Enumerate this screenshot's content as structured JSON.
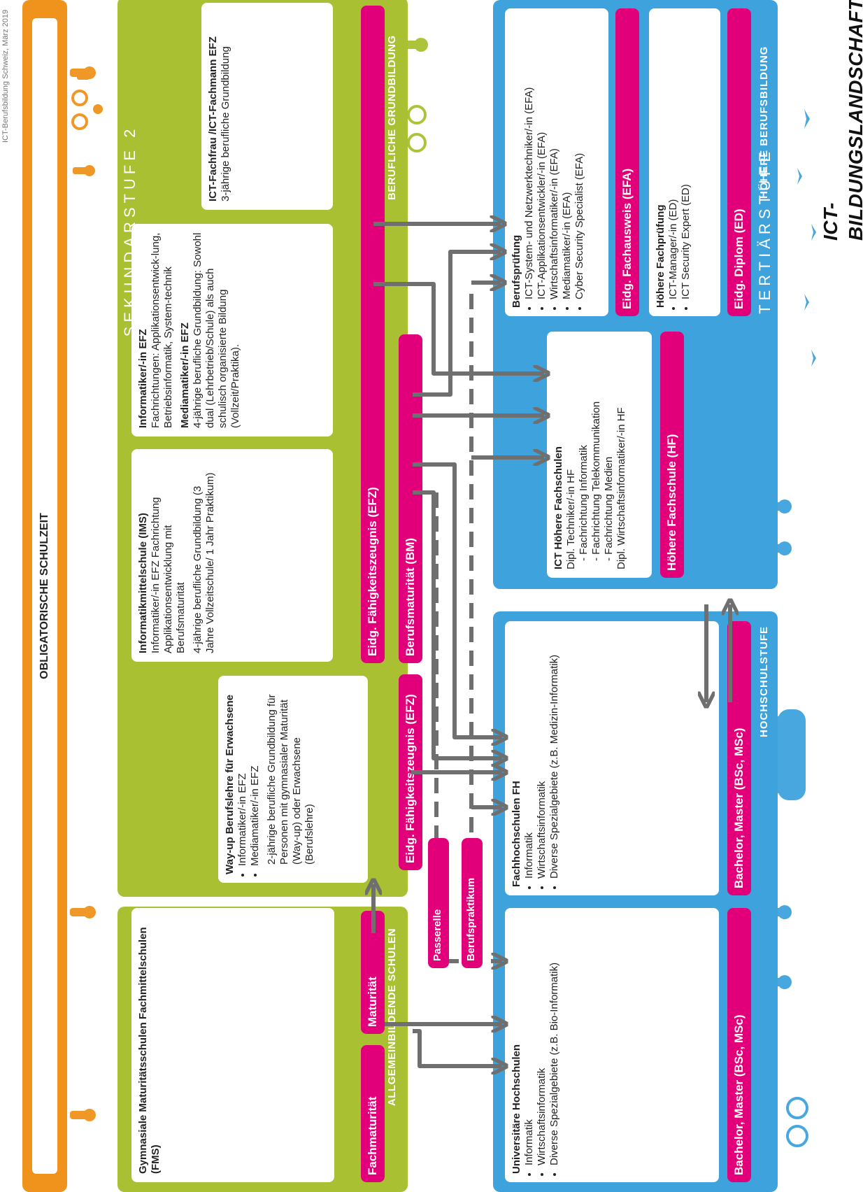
{
  "title": "ICT-BILDUNGSLANDSCHAFT",
  "footer": "ICT-Berufsbildung Schweiz, März 2019",
  "colors": {
    "secondary": "#a8c032",
    "tertiary": "#3ea3dd",
    "compulsory": "#f0931c",
    "badge": "#e2007a",
    "arrow": "#6f6f6f"
  },
  "obligatorische": "OBLIGATORISCHE SCHULZEIT",
  "sek2": {
    "heading": "SEKUNDARSTUFE 2",
    "berufliche": "BERUFLICHE GRUNDBILDUNG",
    "allgemein": "ALLGEMEINBILDENDE SCHULEN",
    "efz_badge": "Eidg. Fähigkeitszeugnis (EFZ)",
    "bm_badge": "Berufsmaturität (BM)",
    "efz2_badge": "Eidg. Fähigkeitszeugnis (EFZ)",
    "maturitaet_badge": "Maturität",
    "fachmaturitaet_badge": "Fachmaturität",
    "box1": {
      "title": "ICT-Fachfrau /ICT-Fachmann EFZ",
      "text": "3-jährige berufliche Grundbildung"
    },
    "box2": {
      "title1": "Informatiker/-in EFZ",
      "text1": "Fachrichtungen: Applikationsentwick-lung, Betriebsinformatik, System-technik",
      "title2": "Mediamatiker/-in EFZ",
      "text2": "4-jährige berufliche Grundbildung: Sowohl dual (Lehrbetrieb/Schule) als auch schulisch organisierte Bildung (Vollzeit/Praktika)."
    },
    "box3": {
      "title": "Informatikmittelschule (IMS)",
      "text1": "Informatiker/-in EFZ Fachrichtung Applikationsentwicklung mit Berufsmaturität",
      "text2": "4-jährige berufliche Grundbildung (3 Jahre Vollzeitschule/ 1 Jahr Praktikum)"
    },
    "box4": {
      "title": "Way-up Berufslehre für Erwachsene",
      "items": [
        "Informatiker/-in EFZ",
        "Mediamatiker/-in EFZ"
      ],
      "text": "2-jährige berufliche Grundbildung für Personen mit gymnasialer Maturität (Way-up) oder Erwachsene (Berufslehre)"
    },
    "box5": {
      "title": "Gymnasiale Maturitätsschulen Fachmittelschulen (FMS)"
    }
  },
  "tertiaer": {
    "heading": "TERTIÄRSTUFE",
    "hbb": "HÖHERE BERUFSBILDUNG",
    "ed_badge": "Eidg. Diplom (ED)",
    "efa_badge": "Eidg. Fachausweis (EFA)",
    "hf_badge": "Höhere Fachschule (HF)",
    "hfp": {
      "title": "Höhere Fachprüfung",
      "items": [
        "ICT-Manager/-in (ED)",
        "ICT Security Expert (ED)"
      ]
    },
    "bp": {
      "title": "Berufsprüfung",
      "items": [
        "ICT-System- und Netzwerktechniker/-in (EFA)",
        "ICT-Applikationsentwickler/-in (EFA)",
        "Wirtschaftsinformatiker/-in (EFA)",
        "Mediamatiker/-in (EFA)",
        "Cyber Security Specialist (EFA)"
      ]
    },
    "hf": {
      "title": "ICT Höhere Fachschulen",
      "lines": [
        "Dipl. Techniker/-in HF",
        "- Fachrichtung Informatik",
        "- Fachrichtung Telekommunikation",
        "- Fachrichtung Medien",
        "Dipl. Wirtschaftsinformatiker/-in HF"
      ]
    }
  },
  "hochschul": {
    "heading": "HOCHSCHULSTUFE",
    "fh_badge": "Bachelor, Master (BSc, MSc)",
    "uni_badge": "Bachelor, Master (BSc, MSc)",
    "fh": {
      "title": "Fachhochschulen FH",
      "items": [
        "Informatik",
        "Wirtschaftsinformatik",
        "Diverse Spezialgebiete (z.B. Medizin-Informatik)"
      ]
    },
    "uni": {
      "title": "Universitäre Hochschulen",
      "items": [
        "Informatik",
        "Wirtschaftsinformatik",
        "Diverse Spezialgebiete (z.B. Bio-Informatik)"
      ]
    }
  },
  "bridge": {
    "berufspraktikum": "Berufspraktikum",
    "passerelle": "Passerelle"
  }
}
